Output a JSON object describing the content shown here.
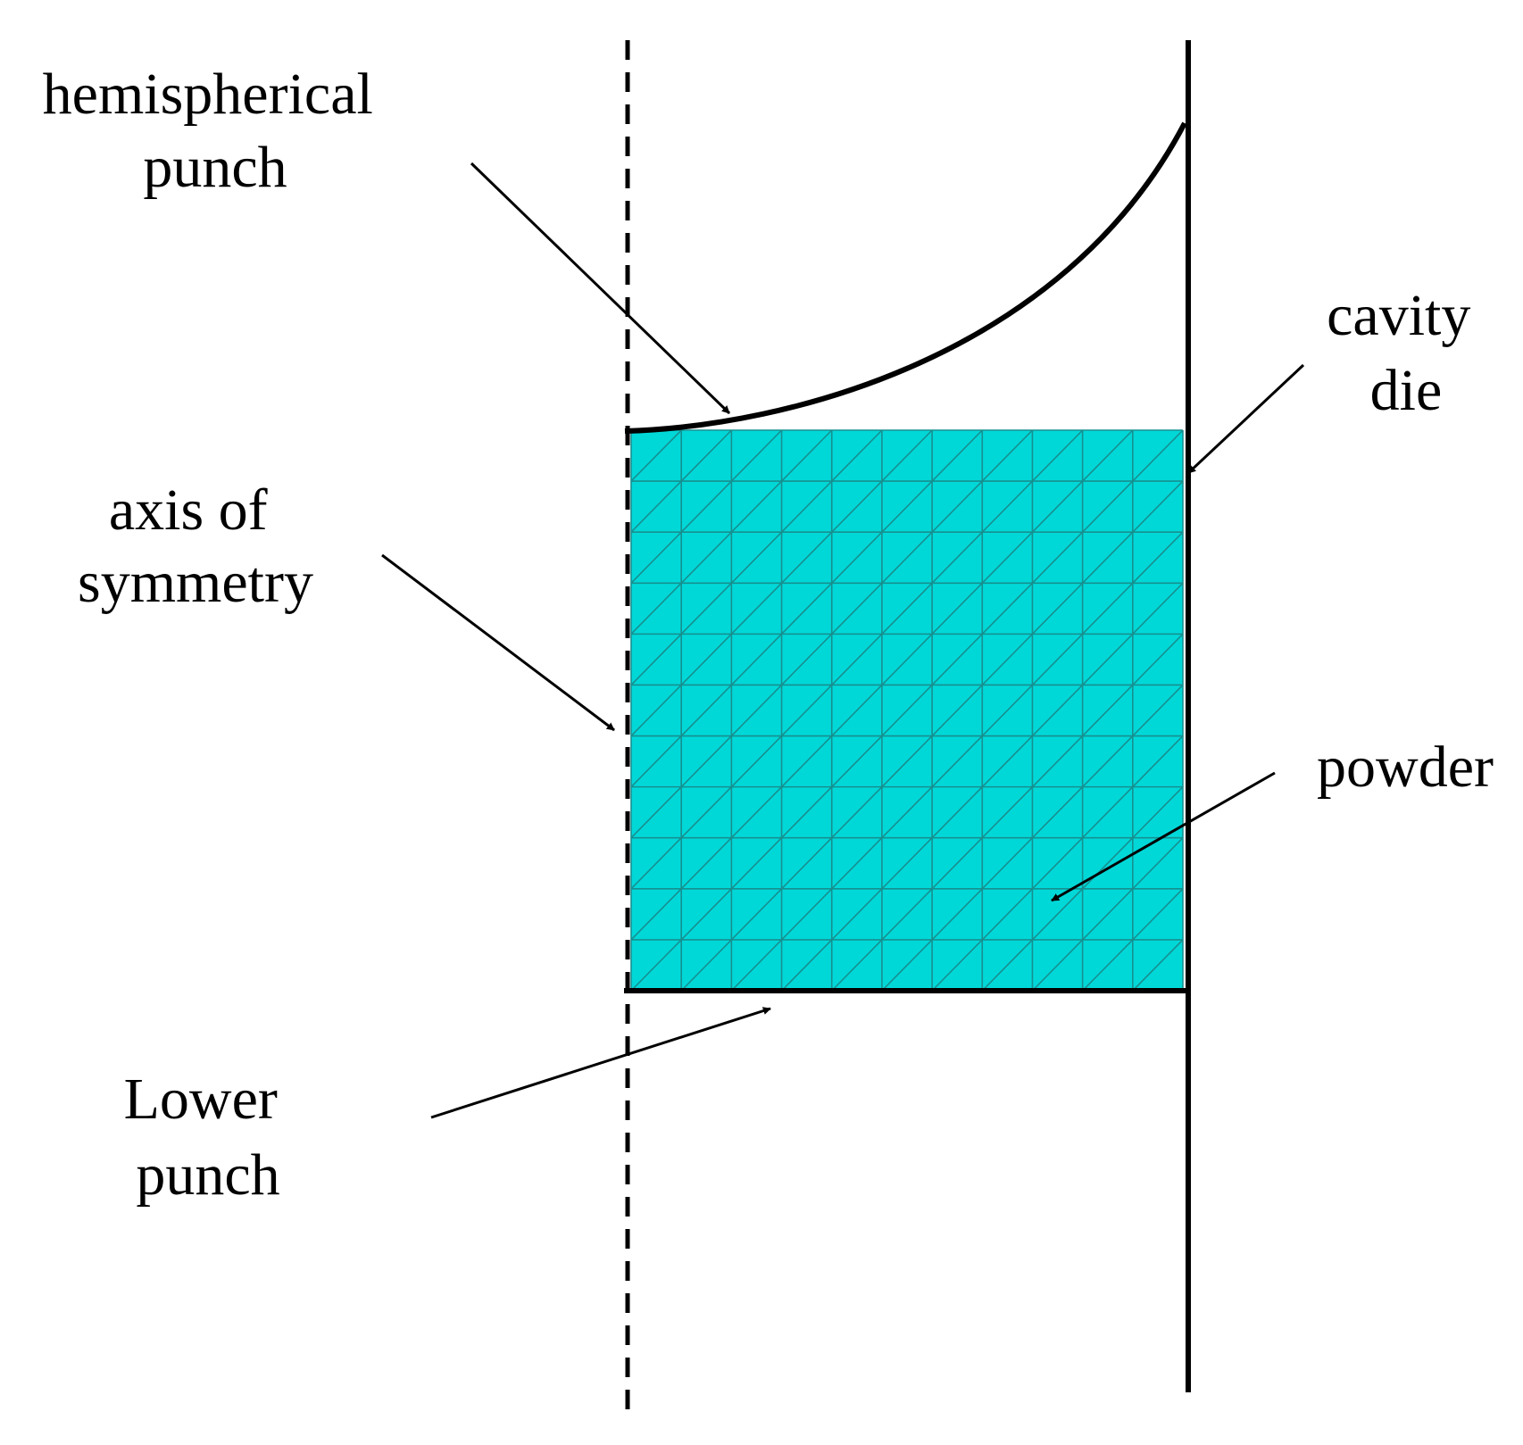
{
  "labels": {
    "hemispherical_line1": "hemispherical",
    "hemispherical_line2": "punch",
    "cavity_line1": "cavity",
    "cavity_line2": "die",
    "axis_line1": "axis of",
    "axis_line2": "symmetry",
    "powder": "powder",
    "lower_line1": "Lower",
    "lower_line2": "punch"
  },
  "mesh": {
    "columns": 11,
    "rows": 11
  },
  "colors": {
    "powder_fill": "#00d8d8",
    "mesh_line": "#178f8f",
    "line": "#000000",
    "background": "#ffffff"
  }
}
